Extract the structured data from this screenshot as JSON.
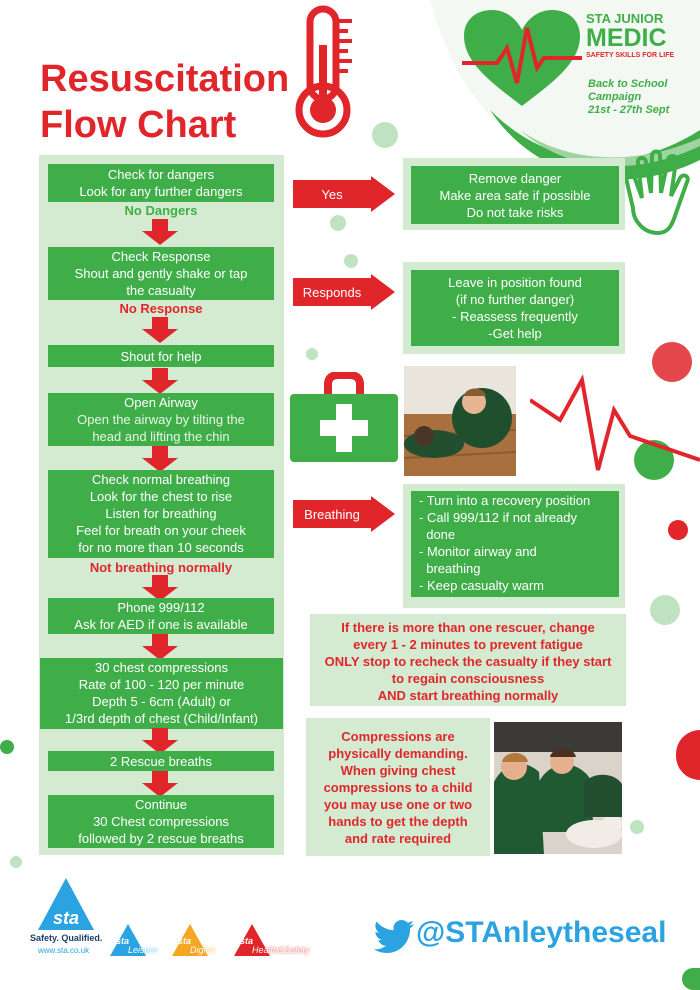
{
  "title": {
    "line1": "Resuscitation",
    "line2": "Flow Chart"
  },
  "brand": {
    "name_top": "STA JUNIOR",
    "name_main": "MEDIC",
    "tagline": "SAFETY SKILLS FOR LIFE",
    "campaign_line1": "Back to School",
    "campaign_line2": "Campaign",
    "campaign_dates": "21st - 27th Sept"
  },
  "flow": {
    "step1": {
      "lines": [
        "Check for dangers",
        "Look for any further dangers"
      ],
      "outcome": "No Dangers"
    },
    "step2": {
      "lines": [
        "Check Response",
        "Shout and gently shake or tap",
        "the casualty"
      ],
      "outcome": "No Response"
    },
    "step3": {
      "lines": [
        "Shout for help"
      ]
    },
    "step4": {
      "lines": [
        "Open Airway",
        "Open the airway by tilting the",
        "head and lifting the chin"
      ]
    },
    "step5": {
      "lines": [
        "Check normal breathing",
        "Look for the chest to rise",
        "Listen for breathing",
        "Feel for breath on your cheek",
        "for no more than 10 seconds"
      ],
      "outcome": "Not breathing normally"
    },
    "step6": {
      "lines": [
        "Phone 999/112",
        "Ask for AED if one is available"
      ]
    },
    "step7": {
      "lines": [
        "30 chest compressions",
        "Rate of 100 - 120 per minute",
        "Depth 5 - 6cm (Adult) or",
        "1/3rd depth of chest (Child/Infant)"
      ]
    },
    "step8": {
      "lines": [
        "2 Rescue breaths"
      ]
    },
    "step9": {
      "lines": [
        "Continue",
        "30 Chest compressions",
        "followed  by 2 rescue breaths"
      ]
    }
  },
  "branches": {
    "yes": {
      "label": "Yes",
      "lines": [
        "Remove danger",
        "Make area safe if possible",
        "Do not take risks"
      ]
    },
    "responds": {
      "label": "Responds",
      "lines": [
        "Leave in position found",
        "(if no further danger)",
        "- Reassess frequently",
        "-Get help"
      ]
    },
    "breathing": {
      "label": "Breathing",
      "lines": [
        "- Turn into a recovery position",
        "- Call 999/112 if not already",
        "  done",
        "- Monitor airway and",
        "  breathing",
        "- Keep casualty warm"
      ]
    }
  },
  "notes": {
    "rescuer": [
      "If there is more than one rescuer, change",
      "every 1 - 2 minutes to prevent fatigue",
      "ONLY stop to recheck the casualty if they start",
      "to regain consciousness",
      "AND start breathing normally"
    ],
    "compressions": [
      "Compressions are",
      "physically demanding.",
      "When giving chest",
      "compressions to a child",
      "you may use one or two",
      "hands to get the depth",
      "and rate required"
    ]
  },
  "footer": {
    "sta_logo": "sta",
    "slogan": "Safety. Qualified.",
    "website": "www.sta.co.uk",
    "sub_brands": [
      {
        "sta": "sta",
        "name": "Leisure"
      },
      {
        "sta": "sta",
        "name": "Digital"
      },
      {
        "sta": "sta",
        "name": "Health&Safety"
      }
    ],
    "twitter": "@STAnleytheseal"
  },
  "colors": {
    "green": "#3fae49",
    "light_green": "#d5ebd1",
    "red": "#e0262b",
    "twitter_blue": "#2aa3e0"
  }
}
